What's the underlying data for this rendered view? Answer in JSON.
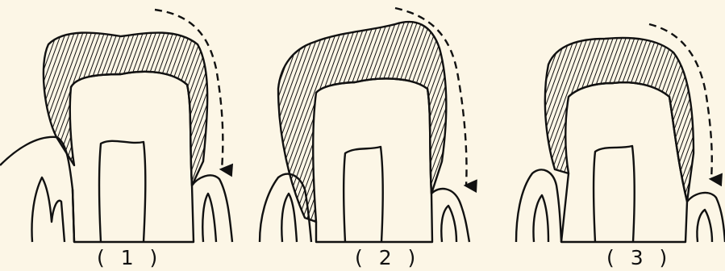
{
  "figures": [
    {
      "label": "( 1 )"
    },
    {
      "label": "( 2 )"
    },
    {
      "label": "( 3 )"
    }
  ],
  "colors": {
    "background": "#fcf6e6",
    "line": "#111111"
  }
}
